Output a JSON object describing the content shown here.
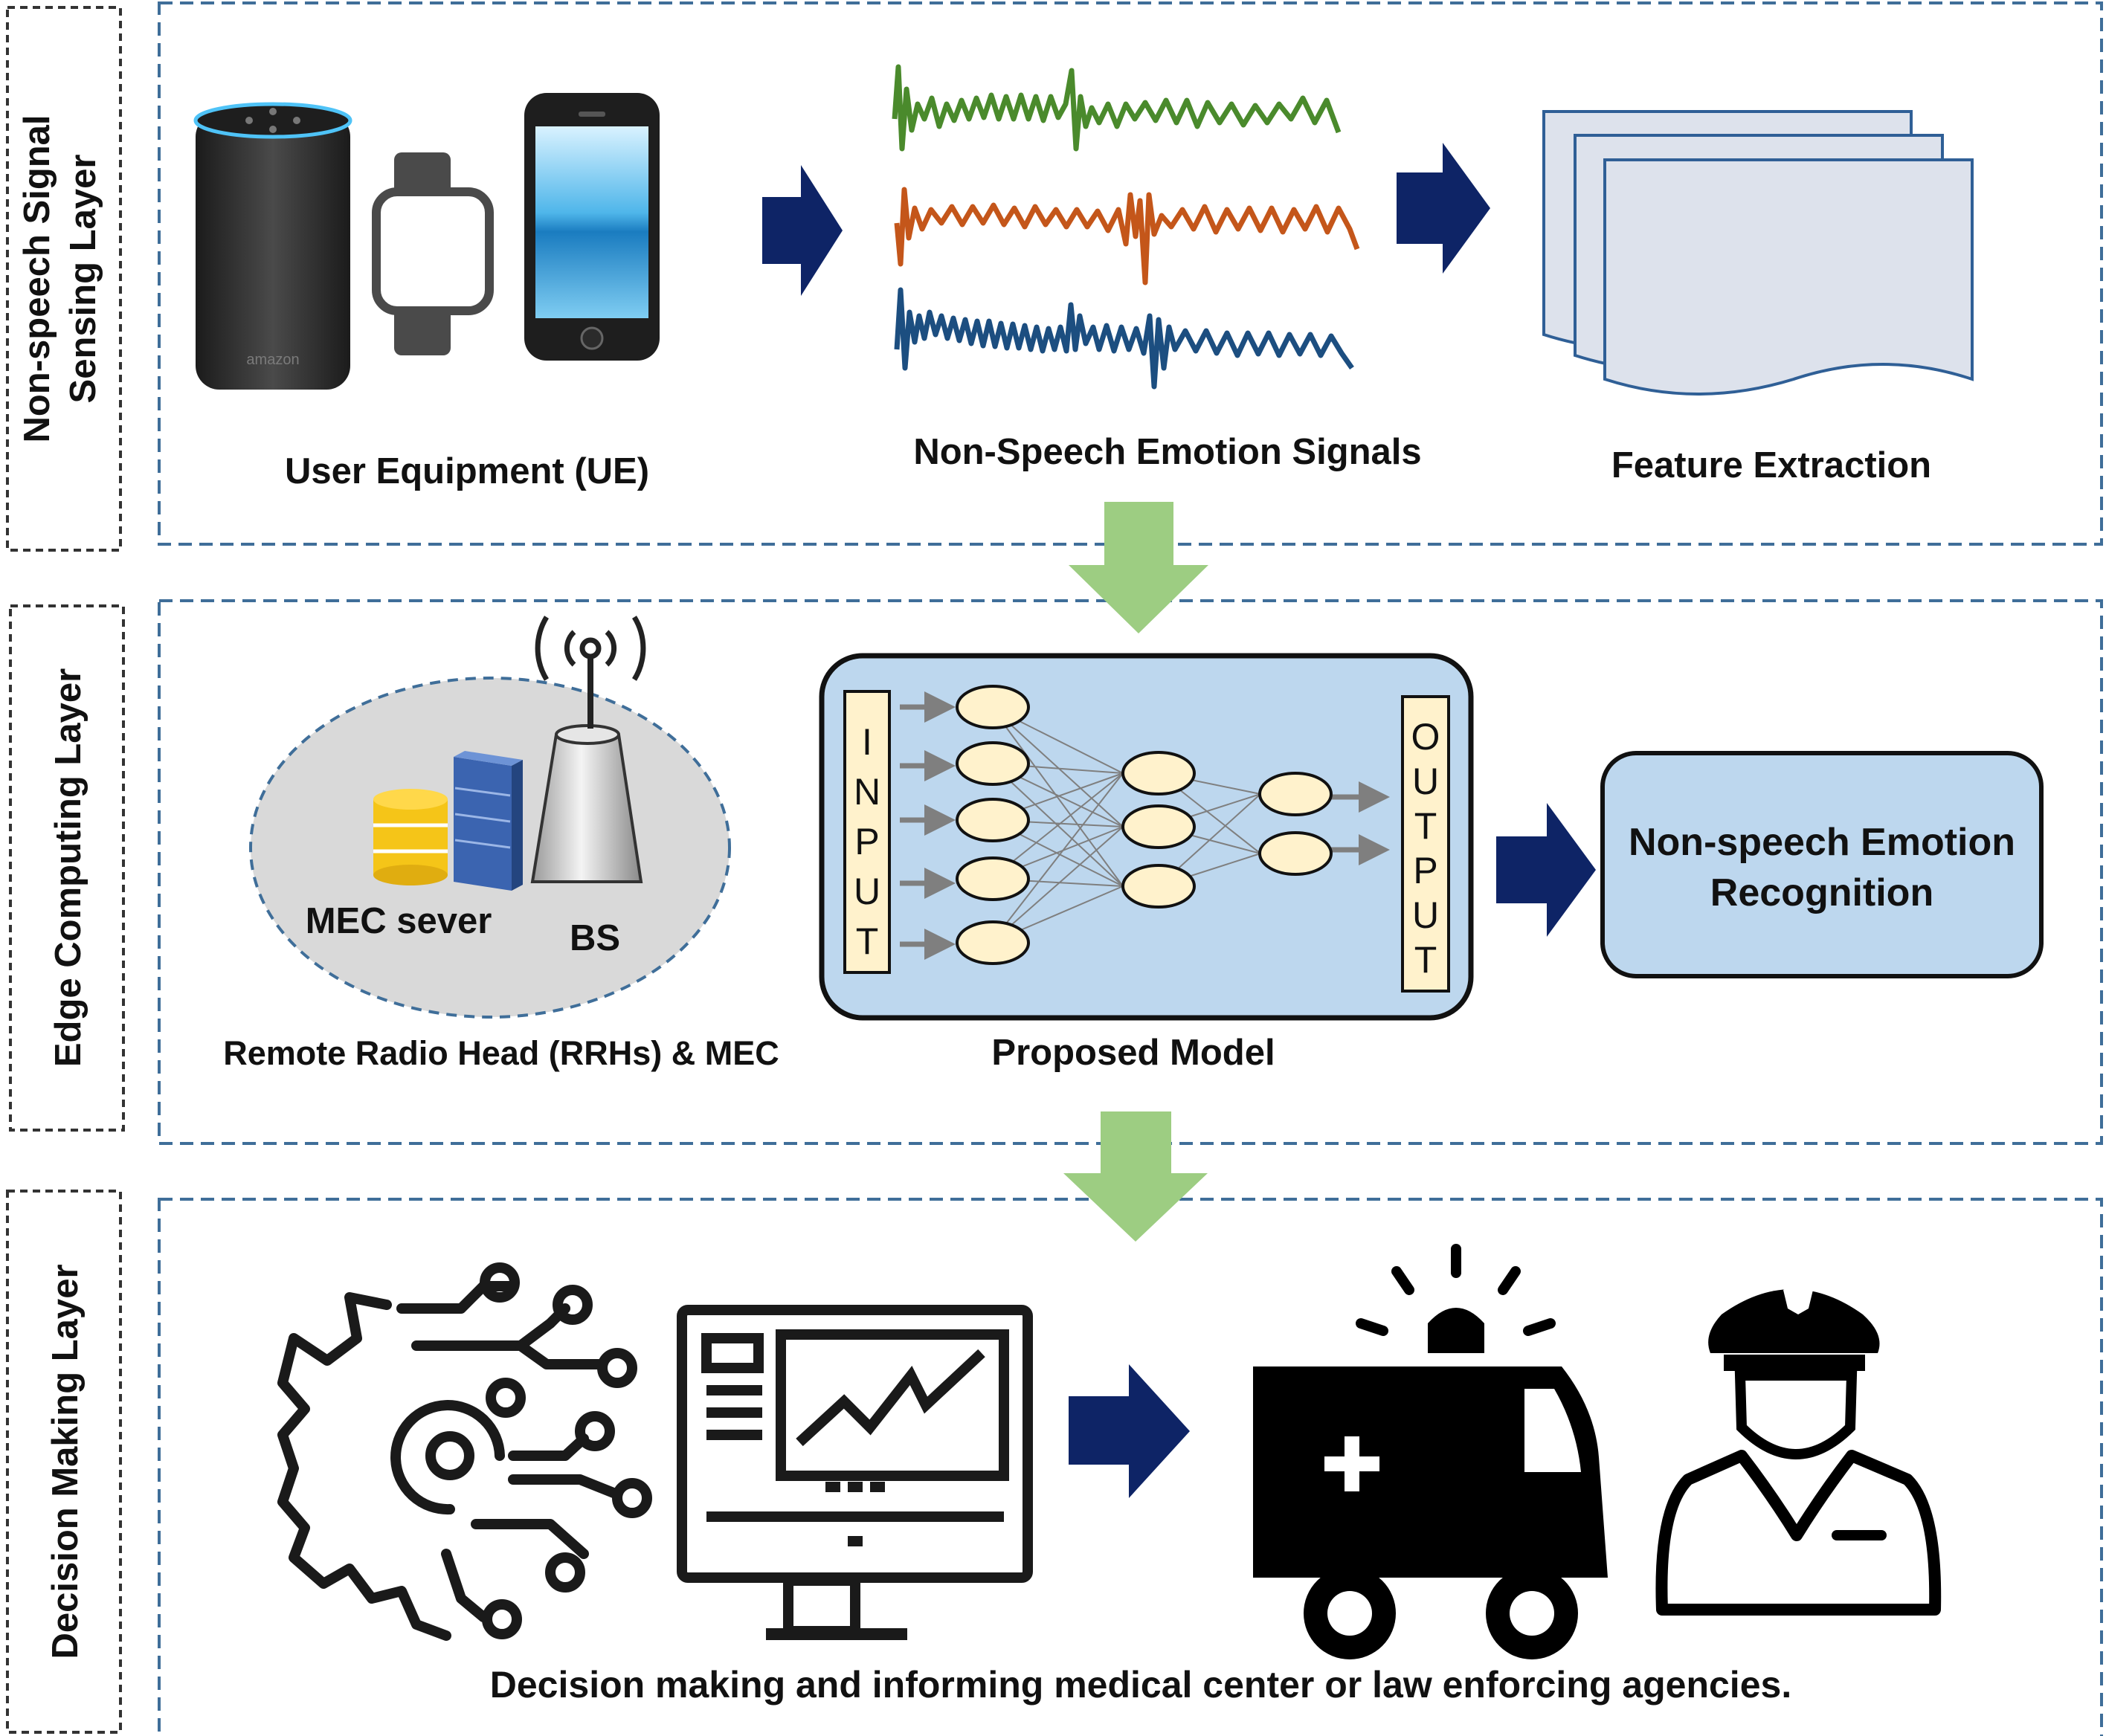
{
  "layers": {
    "sensing": {
      "title_line1": "Non-speech Signal",
      "title_line2": "Sensing Layer",
      "ue_label": "User Equipment (UE)",
      "speaker_brand": "amazon",
      "signals_label": "Non-Speech Emotion Signals",
      "feature_label": "Feature Extraction"
    },
    "edge": {
      "title": "Edge Computing Layer",
      "mec_label": "MEC sever",
      "bs_label": "BS",
      "rrh_label": "Remote Radio Head (RRHs) & MEC",
      "model_label": "Proposed Model",
      "input_letters": [
        "I",
        "N",
        "P",
        "U",
        "T"
      ],
      "output_letters": [
        "O",
        "U",
        "T",
        "P",
        "U",
        "T"
      ],
      "result_line1": "Non-speech Emotion",
      "result_line2": "Recognition"
    },
    "decision": {
      "title": "Decision Making Layer",
      "caption": "Decision making and informing medical center or law enforcing agencies."
    }
  },
  "colors": {
    "dashed_border": "#3f6e99",
    "arrow_navy": "#0e2466",
    "arrow_green": "#9dcd82",
    "signal_green": "#4a8a2c",
    "signal_orange": "#c4561a",
    "signal_blue": "#1c4e80",
    "model_fill": "#bdd7ee",
    "neuron_fill": "#fff2cc"
  },
  "icons": [
    "smart-speaker-icon",
    "smartwatch-icon",
    "smartphone-icon",
    "document-stack-icon",
    "antenna-icon",
    "database-icon",
    "server-icon",
    "ai-gear-icon",
    "monitor-chart-icon",
    "ambulance-icon",
    "police-officer-icon"
  ]
}
